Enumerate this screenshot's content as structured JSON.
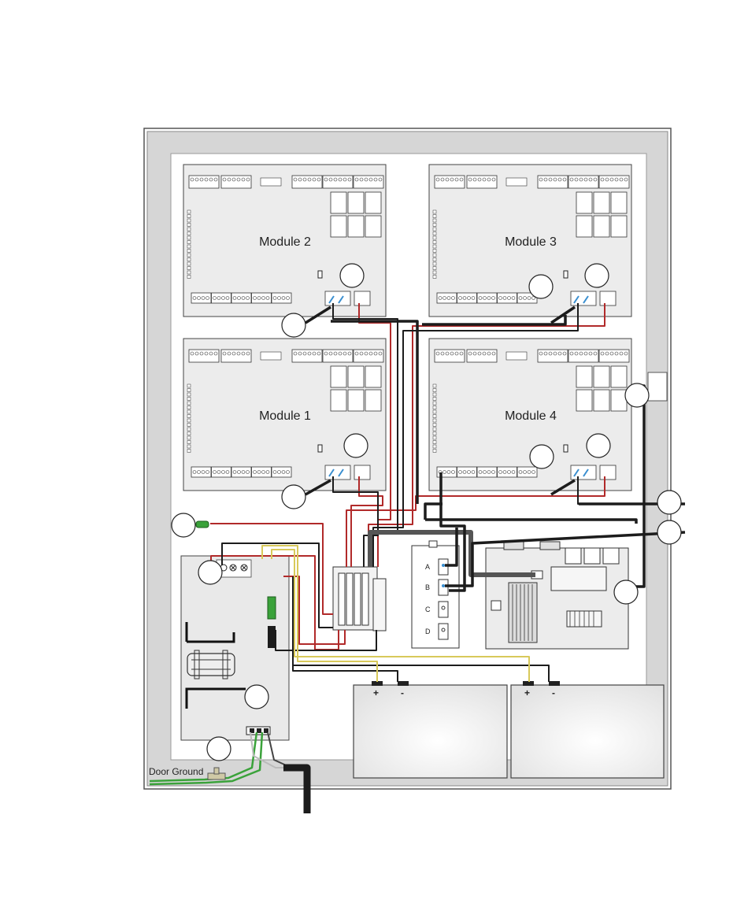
{
  "modules": [
    {
      "id": "module-2",
      "label": "Module 2"
    },
    {
      "id": "module-3",
      "label": "Module 3"
    },
    {
      "id": "module-1",
      "label": "Module 1"
    },
    {
      "id": "module-4",
      "label": "Module 4"
    }
  ],
  "door_ground": "Door Ground",
  "battery_terminals": {
    "positive": "+",
    "negative": "-"
  },
  "aux_channels": [
    "A",
    "B",
    "C",
    "D"
  ],
  "colors": {
    "red": "#b12a2a",
    "black": "#1c1c1c",
    "yellow": "#d8c95a",
    "green": "#3aa23a",
    "blue": "#3a8fd0"
  }
}
